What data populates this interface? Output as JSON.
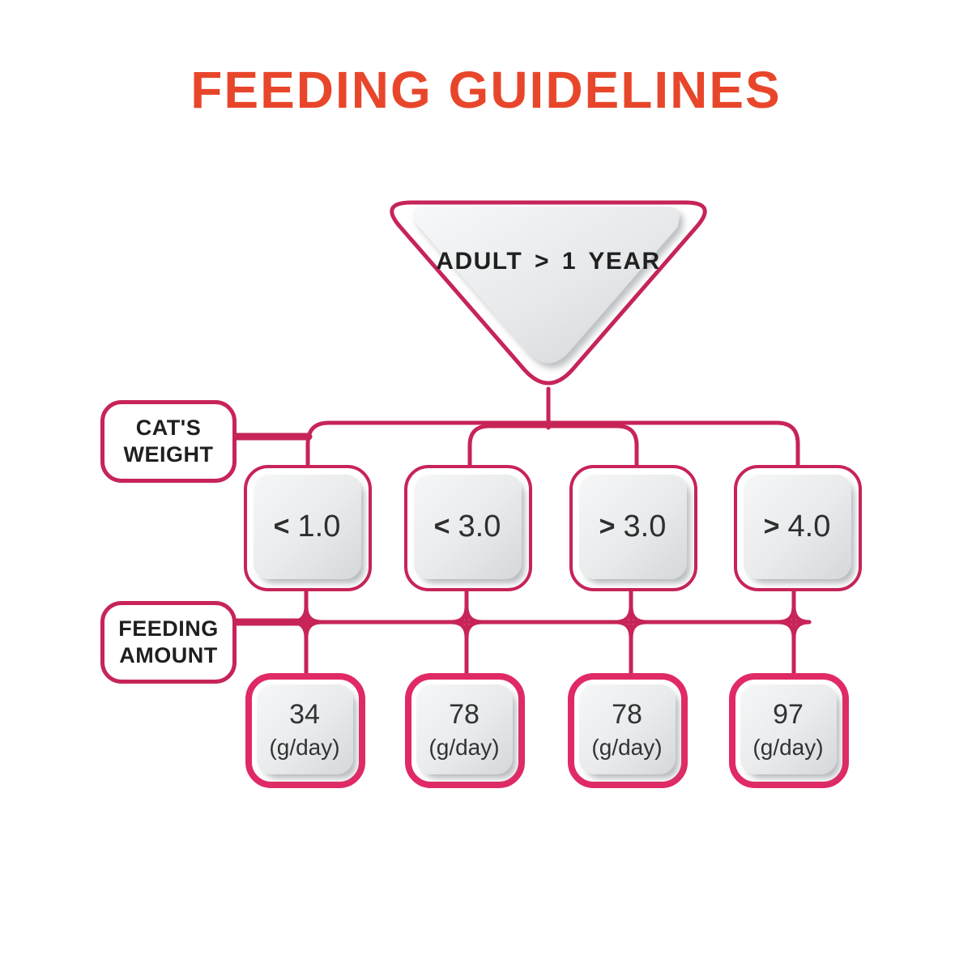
{
  "title": "FEEDING GUIDELINES",
  "root": {
    "label": "ADULT > 1 YEAR"
  },
  "labels": {
    "weight": {
      "line1": "CAT'S",
      "line2": "WEIGHT"
    },
    "amount": {
      "line1": "FEEDING",
      "line2": "AMOUNT"
    }
  },
  "columns": [
    {
      "weight": {
        "symbol": "<",
        "value": "1.0"
      },
      "amount": {
        "value": "34",
        "unit": "(g/day)"
      }
    },
    {
      "weight": {
        "symbol": "<",
        "value": "3.0"
      },
      "amount": {
        "value": "78",
        "unit": "(g/day)"
      }
    },
    {
      "weight": {
        "symbol": ">",
        "value": "3.0"
      },
      "amount": {
        "value": "78",
        "unit": "(g/day)"
      }
    },
    {
      "weight": {
        "symbol": ">",
        "value": "4.0"
      },
      "amount": {
        "value": "97",
        "unit": "(g/day)"
      }
    }
  ],
  "colors": {
    "title": "#E8462B",
    "line": "#C72458",
    "strong": "#E02A65",
    "dark": "#1F1F1F",
    "num": "#2E2E2E"
  }
}
